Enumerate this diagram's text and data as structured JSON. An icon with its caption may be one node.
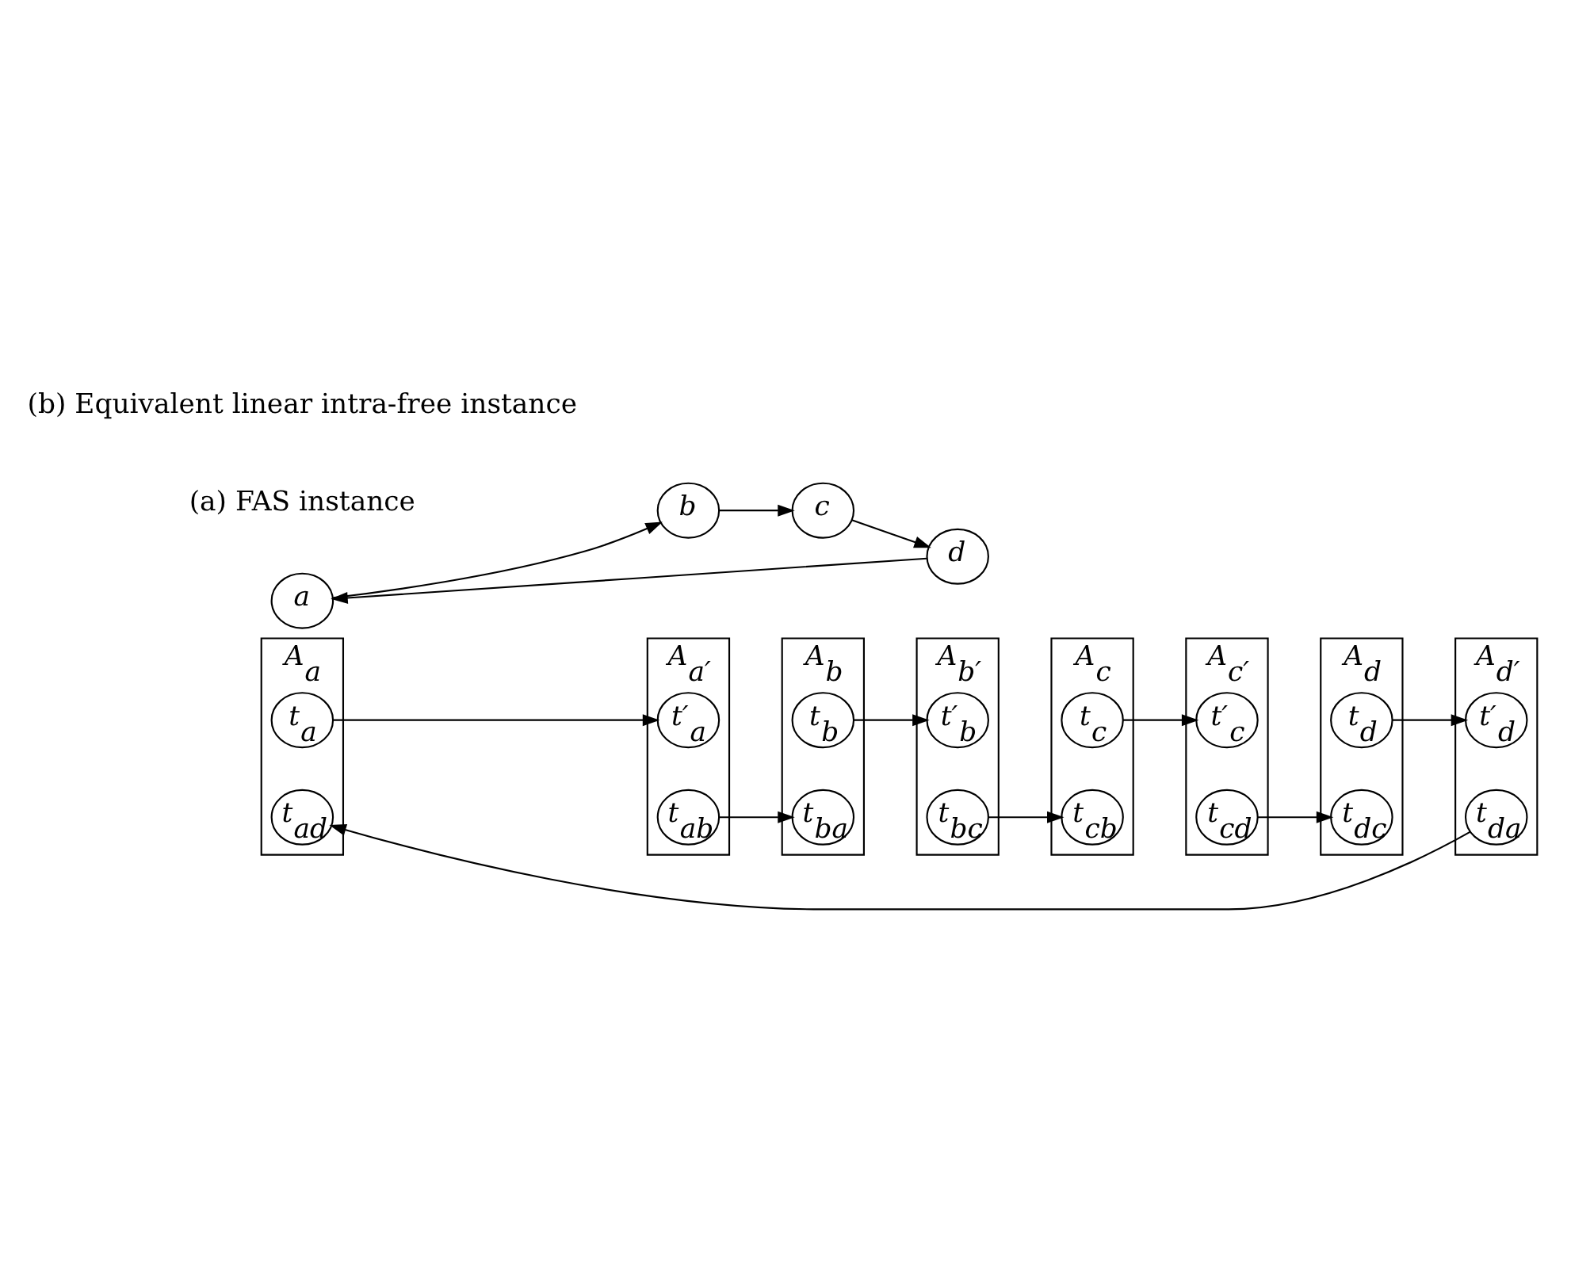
{
  "diagram": {
    "nodes": [
      {
        "text": [
          "A$_{a}$"
        ]
      },
      {
        "text": [
          "t$_{a}$"
        ],
        "in": 0
      },
      {
        "text": [
          "t$_{ad}$"
        ],
        "in": 0
      },
      {
        "text": [
          "A$_{a′}$"
        ]
      },
      {
        "text": [
          "t′$_{a}$"
        ],
        "in": 3
      },
      {
        "text": [
          "t$_{ab}$"
        ],
        "in": 3
      },
      {
        "text": [
          "A$_{d}$"
        ]
      },
      {
        "text": [
          "t$_{d}$"
        ],
        "in": 6
      },
      {
        "text": [
          "t$_{dc}$"
        ],
        "in": 6
      },
      {
        "text": [
          "A$_{d′}$"
        ]
      },
      {
        "text": [
          "t′$_{d}$"
        ],
        "in": 9
      },
      {
        "text": [
          "t$_{da}$"
        ],
        "in": 9
      },
      {
        "text": [
          "A$_{b}$"
        ]
      },
      {
        "text": [
          "t$_{b}$"
        ],
        "in": 12
      },
      {
        "text": [
          "t$_{ba}$"
        ],
        "in": 12
      },
      {
        "text": [
          "A$_{b′}$"
        ]
      },
      {
        "text": [
          "t′$_{b}$"
        ],
        "in": 15
      },
      {
        "text": [
          "t$_{bc}$"
        ],
        "in": 15
      },
      {
        "text": [
          "a"
        ]
      },
      {
        "text": [
          "b"
        ]
      },
      {
        "text": [
          "d"
        ]
      },
      {
        "text": [
          "c"
        ]
      },
      {
        "text": [
          "A$_{c′}$"
        ]
      },
      {
        "text": [
          "t′$_{c}$"
        ],
        "in": 22
      },
      {
        "text": [
          "t$_{cd}$"
        ],
        "in": 22
      },
      {
        "text": [
          "A$_{c}$"
        ]
      },
      {
        "text": [
          "t$_{c}$"
        ],
        "in": 25
      },
      {
        "text": [
          "t$_{cb}$"
        ],
        "in": 25
      }
    ],
    "edges": [
      {
        "from": 18,
        "to": 19,
        "arrow": "to"
      },
      {
        "from": 19,
        "to": 21,
        "arrow": "to"
      },
      {
        "from": 21,
        "to": 20,
        "arrow": "to"
      },
      {
        "from": 20,
        "to": 18,
        "arrow": "to"
      },
      {
        "from": 1,
        "to": 4,
        "arrow": "to"
      },
      {
        "from": 5,
        "to": 14,
        "arrow": "to"
      },
      {
        "from": 11,
        "to": 2,
        "arrow": "to"
      },
      {
        "from": 7,
        "to": 10,
        "arrow": "to"
      },
      {
        "from": 13,
        "to": 16,
        "arrow": "to"
      },
      {
        "from": 17,
        "to": 27,
        "arrow": "to"
      },
      {
        "from": 26,
        "to": 23,
        "arrow": "to"
      },
      {
        "from": 24,
        "to": 8,
        "arrow": "to"
      }
    ],
    "labels": [
      "(a) FAS instance",
      "(b) Equivalent linear intra-free instance"
    ]
  }
}
